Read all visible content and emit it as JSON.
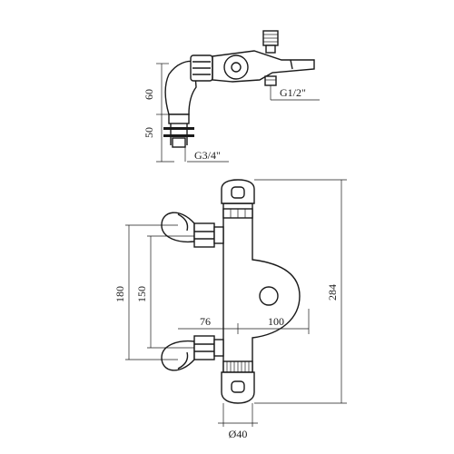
{
  "top_view": {
    "dim_height_upper": "60",
    "dim_height_lower": "50",
    "thread_outlet": "G1/2\"",
    "thread_inlet": "G3/4\""
  },
  "front_view": {
    "dim_overall_height": "284",
    "dim_inlet_span_outer": "180",
    "dim_inlet_span_inner": "150",
    "dim_left_offset": "76",
    "dim_right_offset": "100",
    "dim_diameter": "Ø40"
  }
}
